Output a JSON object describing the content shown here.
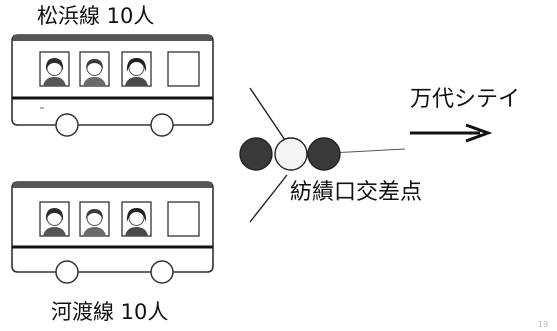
{
  "buses": [
    {
      "id": "matsuhama",
      "label": "松浜線 10人",
      "passenger_count": 10
    },
    {
      "id": "kawatari",
      "label": "河渡線 10人",
      "passenger_count": 10
    }
  ],
  "destination": {
    "label": "万代シテイ",
    "arrow": "right-arrow"
  },
  "intersection": {
    "label": "紡績口交差点"
  },
  "traffic_light": {
    "lamps": [
      "dark",
      "light",
      "dark"
    ],
    "colors": {
      "dark": "#3a3a3a",
      "light": "#f4f4f4",
      "outline": "#222222"
    }
  },
  "page_mark": "19"
}
